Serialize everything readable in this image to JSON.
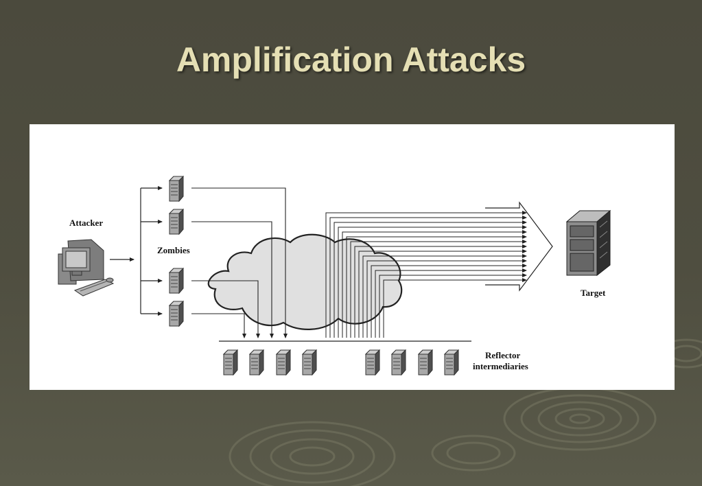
{
  "slide": {
    "title": "Amplification Attacks"
  },
  "diagram": {
    "labels": {
      "attacker": "Attacker",
      "zombies": "Zombies",
      "target": "Target",
      "reflector_line1": "Reflector",
      "reflector_line2": "intermediaries"
    },
    "node_counts": {
      "zombies": 4,
      "reflectors": 8,
      "amplified_flows": 15
    },
    "colors": {
      "background": "#4b4a3d",
      "title": "#e5dfb4",
      "cloud_fill": "#e0e0e0",
      "line": "#222222"
    },
    "icons": [
      "computer-icon",
      "server-icon",
      "network-cloud-icon",
      "server-rack-icon"
    ]
  }
}
